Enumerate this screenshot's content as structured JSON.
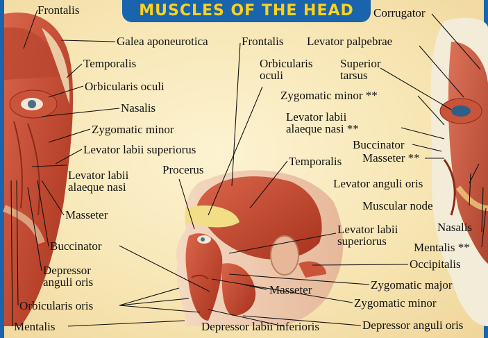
{
  "title": "MUSCLES OF THE HEAD",
  "labels": {
    "frontalis_left": "Frontalis",
    "galea": "Galea aponeurotica",
    "temporalis_left": "Temporalis",
    "orbicularis_oculi_left": "Orbicularis oculi",
    "nasalis_left": "Nasalis",
    "zygomatic_minor_left": "Zygomatic minor",
    "levator_labii_sup_left": "Levator labii superiorus",
    "levator_labii_alaeque_left": [
      "Levator labii",
      "alaeque nasi"
    ],
    "masseter_left": "Masseter",
    "buccinator_left": "Buccinator",
    "depressor_anguli_left": [
      "Depressor",
      "anguli oris"
    ],
    "orbicularis_oris": "Orbicularis oris",
    "mentalis_left": "Mentalis",
    "procerus": "Procerus",
    "frontalis_center": "Frontalis",
    "orbicularis_oculi_center": [
      "Orbicularis",
      "oculi"
    ],
    "temporalis_center": "Temporalis",
    "levator_labii_sup_center": [
      "Levator labii",
      "superiorus"
    ],
    "occipitalis": "Occipitalis",
    "masseter_center": "Masseter",
    "zygomatic_major": "Zygomatic major",
    "zygomatic_minor_center": "Zygomatic minor",
    "depressor_labii": "Depressor labii inferioris",
    "depressor_anguli_right": "Depressor anguli oris",
    "corrugator": "Corrugator",
    "levator_palpebrae": "Levator palpebrae",
    "superior_tarsus": [
      "Superior",
      "tarsus"
    ],
    "zygomatic_minor_right": "Zygomatic minor **",
    "levator_labii_alaeque_right": [
      "Levator labii",
      "alaeque nasi **"
    ],
    "buccinator_right": "Buccinator",
    "masseter_right": "Masseter **",
    "levator_anguli_oris": "Levator anguli oris",
    "muscular_node": "Muscular node",
    "nasalis_right": "Nasalis",
    "mentalis_right": "Mentalis **"
  },
  "colors": {
    "accent": "#1a63ad",
    "title_text": "#ffd21a",
    "muscle": "#c8452b",
    "skin": "#f1cdb0",
    "tendon": "#f2de86",
    "background": "#f7e6b4"
  }
}
